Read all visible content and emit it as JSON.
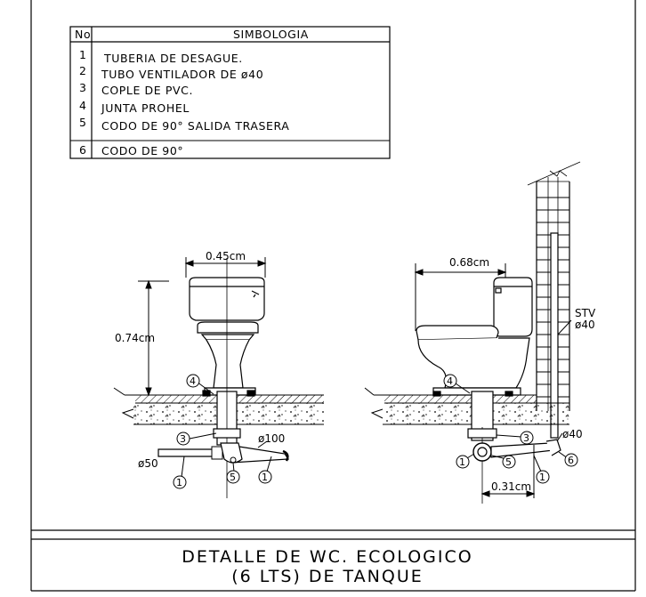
{
  "legend_table": {
    "header_no": "No",
    "header_title": "SIMBOLOGIA",
    "rows": [
      {
        "no": "1",
        "text": "TUBERIA DE DESAGUE."
      },
      {
        "no": "2",
        "text": "TUBO VENTILADOR DE ø40"
      },
      {
        "no": "3",
        "text": "COPLE DE PVC."
      },
      {
        "no": "4",
        "text": "JUNTA PROHEL"
      },
      {
        "no": "5",
        "text": "CODO DE 90° SALIDA TRASERA"
      },
      {
        "no": "6",
        "text": "CODO DE 90°"
      }
    ]
  },
  "front_view": {
    "width_label": "0.45cm",
    "height_label": "0.74cm",
    "pipe_main_label": "ø100",
    "pipe_branch_label": "ø50",
    "callouts": [
      "4",
      "3",
      "1",
      "5",
      "1"
    ]
  },
  "side_view": {
    "width_label": "0.68cm",
    "offset_label": "0.31cm",
    "vent_label_line1": "STV",
    "vent_label_line2": "ø40",
    "vent_pipe_label": "ø40",
    "callouts": [
      "4",
      "3",
      "1",
      "5",
      "1",
      "6"
    ]
  },
  "title_block": {
    "line1": "DETALLE DE WC. ECOLOGICO",
    "line2": "(6 LTS) DE TANQUE"
  }
}
